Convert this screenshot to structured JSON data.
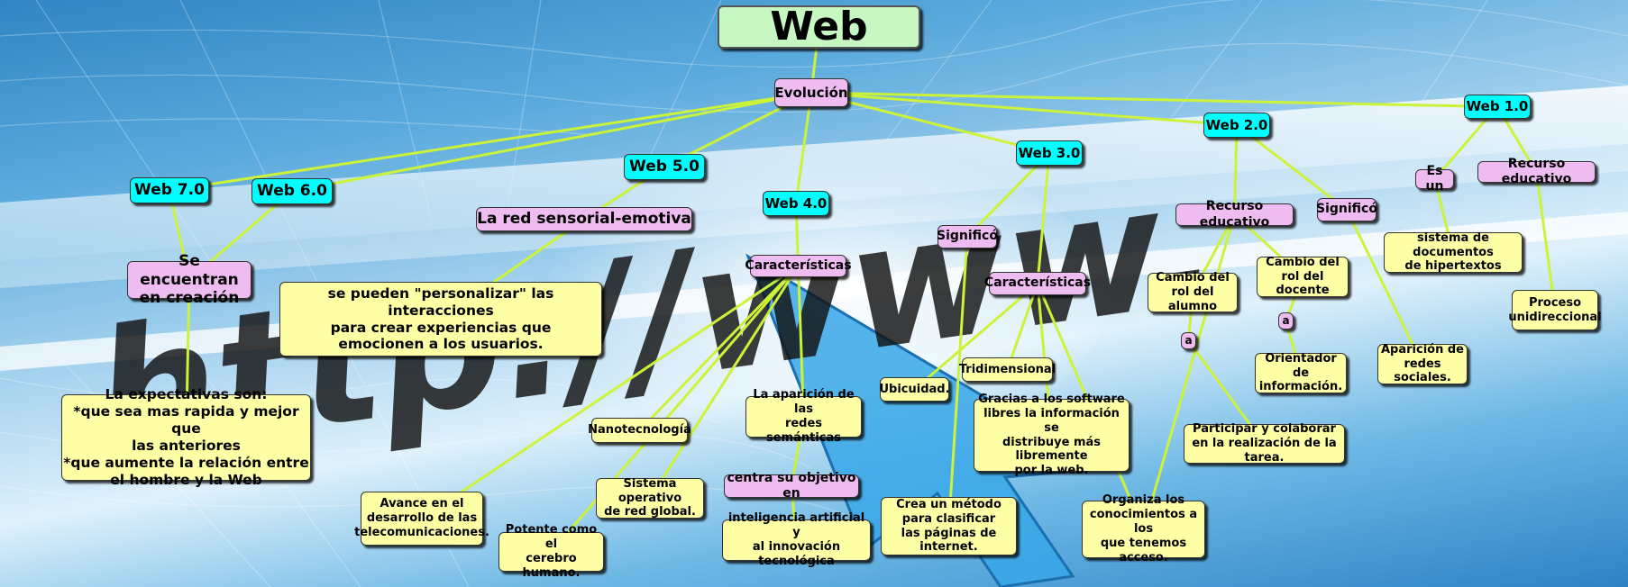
{
  "nodes": [
    {
      "id": "web",
      "text": "Web"
    },
    {
      "id": "evolucion",
      "text": "Evolución"
    },
    {
      "id": "web10",
      "text": "Web 1.0"
    },
    {
      "id": "web20",
      "text": "Web 2.0"
    },
    {
      "id": "web30",
      "text": "Web 3.0"
    },
    {
      "id": "web40",
      "text": "Web 4.0"
    },
    {
      "id": "web50",
      "text": "Web 5.0"
    },
    {
      "id": "web60",
      "text": "Web 6.0"
    },
    {
      "id": "web70",
      "text": "Web 7.0"
    },
    {
      "id": "encreacion",
      "text": "Se encuentran\nen creación"
    },
    {
      "id": "expectativas",
      "text": "La expectativas son:\n*que sea mas rapida y mejor que\nlas anteriores\n*que aumente la relación entre\nel hombre y la Web"
    },
    {
      "id": "redsensorial",
      "text": "La red sensorial-emotiva"
    },
    {
      "id": "personalizar",
      "text": "se pueden \"personalizar\" las interacciones\npara crear experiencias que\nemocionen a los usuarios."
    },
    {
      "id": "caract40",
      "text": "Características"
    },
    {
      "id": "telecom",
      "text": "Avance en el\ndesarrollo de las\ntelecomunicaciones."
    },
    {
      "id": "cerebro",
      "text": "Potente como el\ncerebro humano."
    },
    {
      "id": "nanotec",
      "text": "Nanotecnología"
    },
    {
      "id": "sistemaop",
      "text": "Sistema operativo\nde red global."
    },
    {
      "id": "semanticas",
      "text": "La aparición de las\nredes semánticas"
    },
    {
      "id": "centra",
      "text": "centra su objetivo en"
    },
    {
      "id": "inteligencia",
      "text": "inteligencia artificial y\nal innovación tecnológica"
    },
    {
      "id": "signifco30",
      "text": "Significó"
    },
    {
      "id": "caract30",
      "text": "Características"
    },
    {
      "id": "ubicuidad",
      "text": "Ubicuidad."
    },
    {
      "id": "tridimensional",
      "text": "Tridimensional"
    },
    {
      "id": "software",
      "text": "Gracias a los software\nlibres la información se\ndistribuye más libremente\npor la web."
    },
    {
      "id": "metodo",
      "text": "Crea un método\npara clasificar\nlas páginas de internet."
    },
    {
      "id": "organiza",
      "text": "Organiza los\nconocimientos a los\nque tenemos acceso."
    },
    {
      "id": "recurso20",
      "text": "Recurso educativo"
    },
    {
      "id": "signifco20",
      "text": "Significó"
    },
    {
      "id": "rolalumno",
      "text": "Cambio del\nrol del alumno"
    },
    {
      "id": "roldocente",
      "text": "Cambio del\nrol del docente"
    },
    {
      "id": "a1",
      "text": "a"
    },
    {
      "id": "a2",
      "text": "a"
    },
    {
      "id": "orientador",
      "text": "Orientador de\ninformación."
    },
    {
      "id": "participar",
      "text": "Participar y colaborar\nen la realización de la tarea."
    },
    {
      "id": "redessociales",
      "text": "Aparición de\nredes sociales."
    },
    {
      "id": "esun",
      "text": "Es un"
    },
    {
      "id": "recurso10",
      "text": "Recurso educativo"
    },
    {
      "id": "hipertextos",
      "text": "sistema de documentos\nde hipertextos"
    },
    {
      "id": "unidireccional",
      "text": "Proceso\nunidireccional"
    }
  ],
  "links": [
    [
      "web",
      "evolucion"
    ],
    [
      "evolucion",
      "web10"
    ],
    [
      "evolucion",
      "web20"
    ],
    [
      "evolucion",
      "web30"
    ],
    [
      "evolucion",
      "web40"
    ],
    [
      "evolucion",
      "web50"
    ],
    [
      "evolucion",
      "web60"
    ],
    [
      "evolucion",
      "web70"
    ],
    [
      "web60",
      "encreacion"
    ],
    [
      "web70",
      "encreacion"
    ],
    [
      "encreacion",
      "expectativas"
    ],
    [
      "web50",
      "redsensorial"
    ],
    [
      "redsensorial",
      "personalizar"
    ],
    [
      "web40",
      "caract40"
    ],
    [
      "caract40",
      "telecom"
    ],
    [
      "caract40",
      "cerebro"
    ],
    [
      "caract40",
      "nanotec"
    ],
    [
      "caract40",
      "sistemaop"
    ],
    [
      "caract40",
      "semanticas"
    ],
    [
      "semanticas",
      "centra"
    ],
    [
      "centra",
      "inteligencia"
    ],
    [
      "web30",
      "signifco30"
    ],
    [
      "web30",
      "caract30"
    ],
    [
      "signifco30",
      "metodo"
    ],
    [
      "caract30",
      "ubicuidad"
    ],
    [
      "caract30",
      "tridimensional"
    ],
    [
      "caract30",
      "software"
    ],
    [
      "caract30",
      "organiza"
    ],
    [
      "web20",
      "recurso20"
    ],
    [
      "web20",
      "signifco20"
    ],
    [
      "recurso20",
      "rolalumno"
    ],
    [
      "recurso20",
      "roldocente"
    ],
    [
      "recurso20",
      "organiza"
    ],
    [
      "rolalumno",
      "a1"
    ],
    [
      "a1",
      "participar"
    ],
    [
      "roldocente",
      "a2"
    ],
    [
      "a2",
      "orientador"
    ],
    [
      "signifco20",
      "redessociales"
    ],
    [
      "web10",
      "esun"
    ],
    [
      "web10",
      "recurso10"
    ],
    [
      "esun",
      "hipertextos"
    ],
    [
      "recurso10",
      "unidireccional"
    ]
  ],
  "colors": {
    "link": "#ccf23a",
    "cyan": "#00ffff",
    "pink": "#eebcf0",
    "yellow": "#ffffa6",
    "title": "#c8f8c2"
  },
  "background_text": "http://www."
}
